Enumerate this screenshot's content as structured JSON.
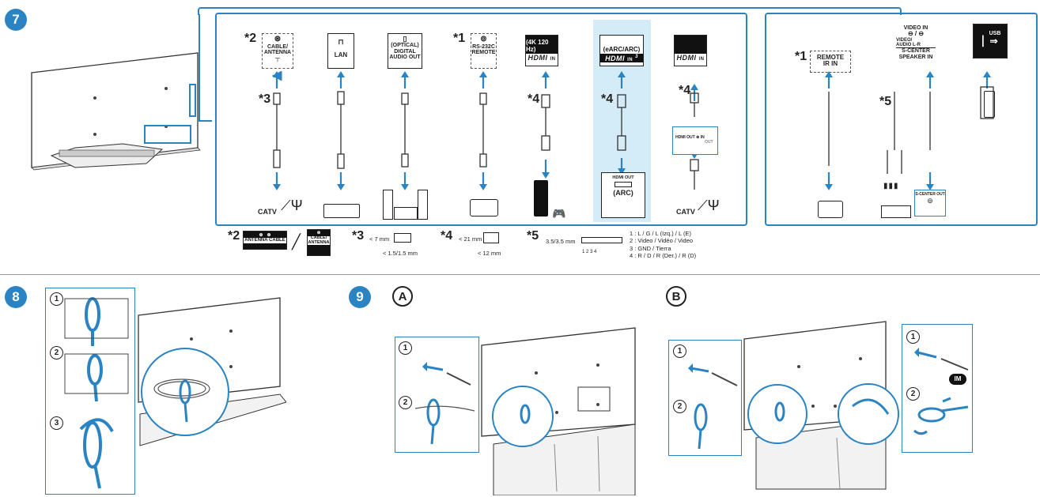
{
  "steps": {
    "s7": "7",
    "s8": "8",
    "s9": "9",
    "A": "A",
    "B": "B"
  },
  "ports": {
    "cable_antenna": "CABLE/\nANTENNA",
    "lan": "LAN",
    "optical": "(OPTICAL)\nDIGITAL\nAUDIO OUT",
    "rs232c": "RS-232C\nREMOTE",
    "hdmi_4k": "(4K 120 Hz)",
    "hdmi_earc": "(eARC/ARC)",
    "hdmi_earc_num": "3",
    "hdmi_logo": "HDMI",
    "hdmi_in": "IN",
    "remote_ir": "REMOTE\nIR IN",
    "video_in": "VIDEO IN",
    "video_audio": "VIDEO/\nAUDIO L-R",
    "s_center": "S-CENTER\nSPEAKER IN",
    "usb": "USB"
  },
  "stars": {
    "s1": "*1",
    "s2": "*2",
    "s3": "*3",
    "s4": "*4",
    "s5": "*5"
  },
  "devices": {
    "catv": "CATV",
    "hdmi_out": "HDMI OUT",
    "arc": "(ARC)",
    "hdmi_out_small": "HDMI OUT",
    "in": "IN",
    "out": "OUT",
    "s_center_out": "S-CENTER OUT"
  },
  "footnotes": {
    "n2_antenna": "ANTENNA",
    "n2_cable": "CABLE",
    "n2_combo": "CABLE/\nANTENNA",
    "n3_a": "< 7 mm",
    "n3_b": "< 1.5/1.5 mm",
    "n4_a": "< 21 mm",
    "n4_b": "< 12 mm",
    "n5_a": "3.5/3.5 mm",
    "n5_b": "1 2 3 4",
    "legend": [
      "1 : L / G / L (Izq.) / L (E)",
      "2 : Video / Vidéo / Video",
      "3 : GND / Tierra",
      "4 : R / D / R (Der.) / R (D)"
    ]
  },
  "substeps": {
    "one": "1",
    "two": "2",
    "three": "3"
  },
  "im_label": "IM",
  "colors": {
    "accent": "#2a84c4",
    "highlight": "#d4ebf8",
    "dark": "#111111"
  }
}
